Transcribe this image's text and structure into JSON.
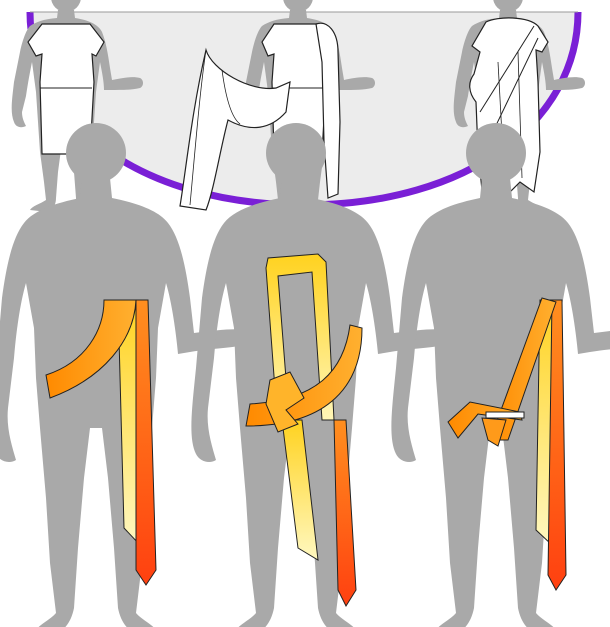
{
  "colors": {
    "background": "#ffffff",
    "figure_gray": "#a9a9a9",
    "toga_cloth": "#ececec",
    "tunic_white": "#ffffff",
    "outline": "#222222",
    "purple_border": "#7a1fd6",
    "sash_orange": "#ff8c0a",
    "sash_dark_orange": "#ff5a14",
    "sash_yellow": "#ffcc1a",
    "sash_pale_yellow": "#fff4a8"
  },
  "panels": [
    {
      "id": "top-row",
      "description_shown": false,
      "figures": 3
    },
    {
      "id": "bottom-row",
      "description_shown": false,
      "figures": 3
    }
  ]
}
